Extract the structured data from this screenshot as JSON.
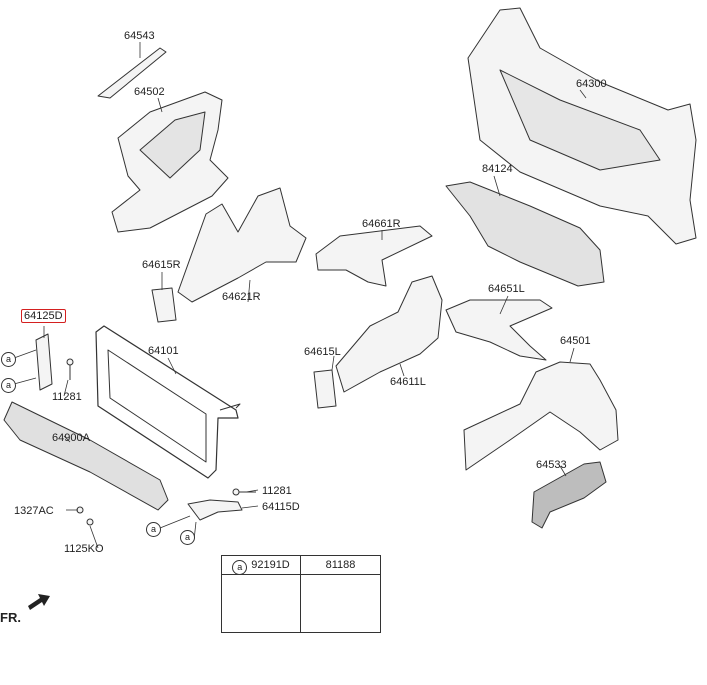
{
  "parts": {
    "p64543": "64543",
    "p64502": "64502",
    "p64300": "64300",
    "p84124": "84124",
    "p64661R": "64661R",
    "p64615R": "64615R",
    "p64621R": "64621R",
    "p64125D": "64125D",
    "p64101": "64101",
    "p64651L": "64651L",
    "p64615L": "64615L",
    "p64611L": "64611L",
    "p64501": "64501",
    "p11281a": "11281",
    "p64900A": "64900A",
    "p11281b": "11281",
    "p64115D": "64115D",
    "p1327AC": "1327AC",
    "p1125KO": "1125KO",
    "p64533": "64533"
  },
  "callouts": {
    "a": "a"
  },
  "legend": {
    "col1_marker": "a",
    "col1_part": "92191D",
    "col2_part": "81188"
  },
  "direction": {
    "label": "FR."
  },
  "colors": {
    "line": "#333333",
    "part_fill": "#f4f4f4",
    "part_shade": "#c8c8c8",
    "highlight": "#d42020"
  }
}
